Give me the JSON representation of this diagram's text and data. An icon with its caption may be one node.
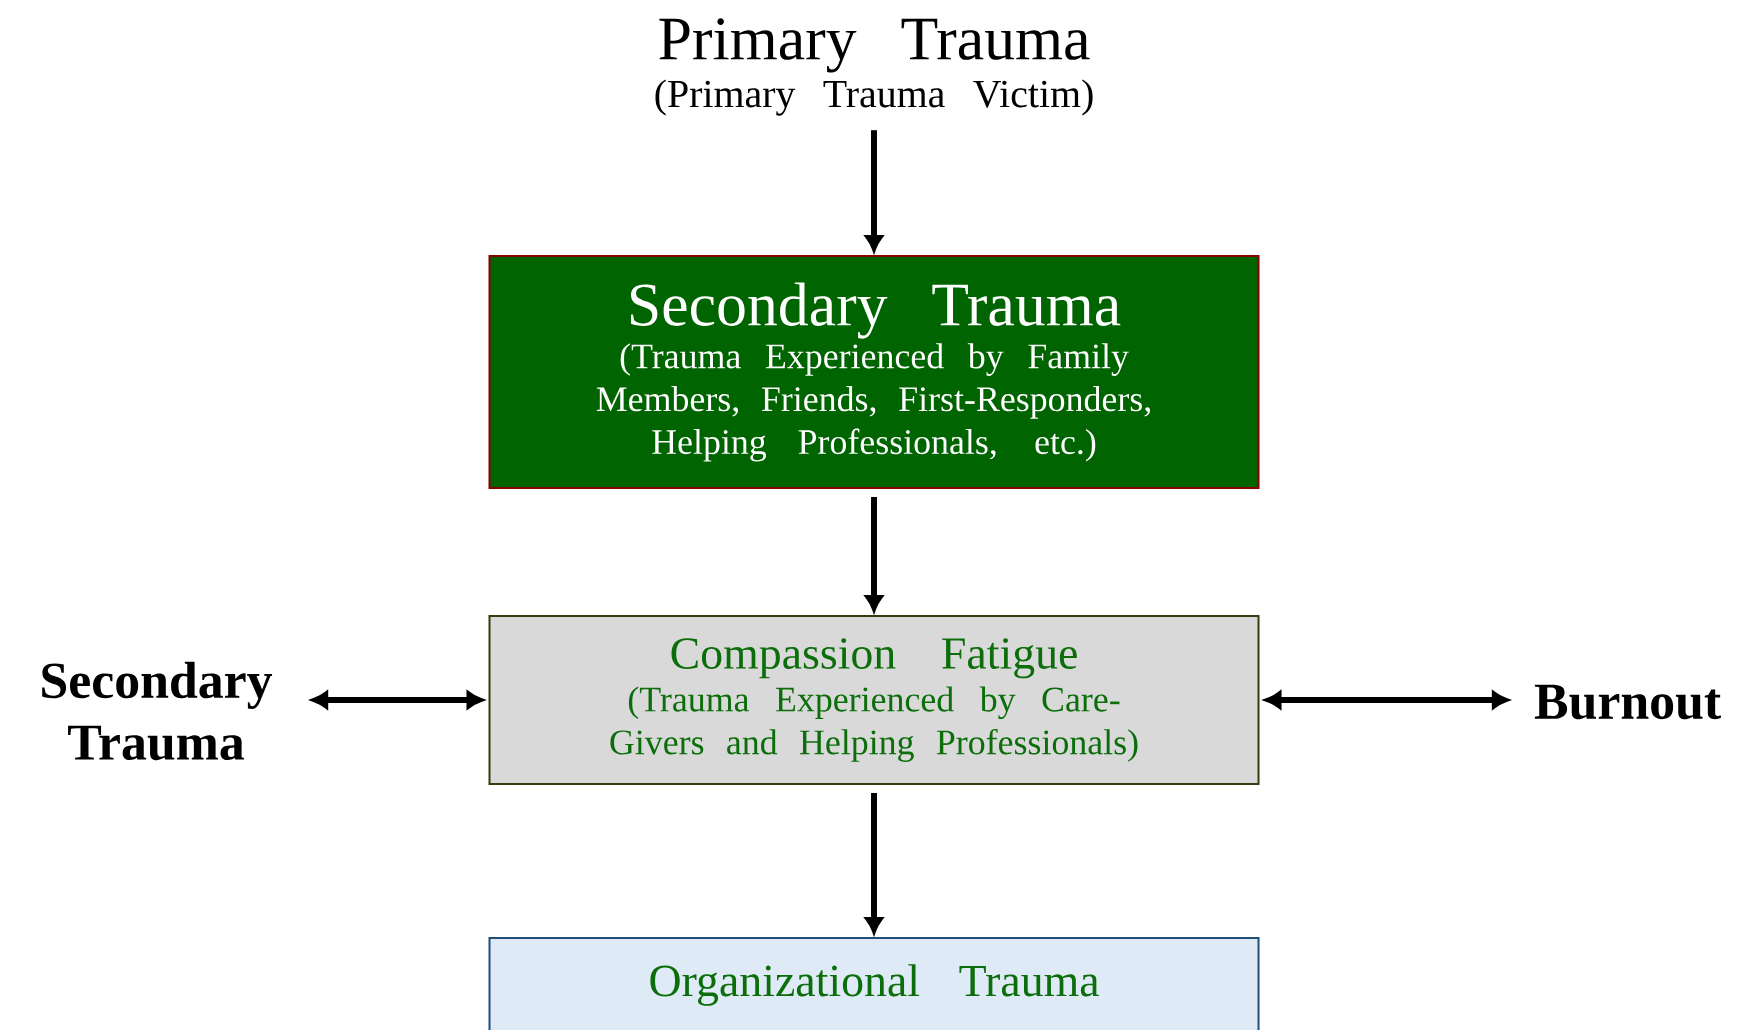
{
  "diagram": {
    "nodes": [
      {
        "text": [
          "Primary Trauma",
          "(Primary Trauma Victim)"
        ]
      },
      {
        "text": [
          "Secondary Trauma",
          "(Trauma Experienced by Family Members, Friends, First-Responders, Helping Professionals, etc.)"
        ]
      },
      {
        "text": [
          "Compassion Fatigue",
          "(Trauma Experienced by Care-Givers and Helping Professionals)"
        ]
      },
      {
        "text": [
          "Organizational Trauma"
        ]
      },
      {
        "text": [
          "Secondary Trauma"
        ]
      },
      {
        "text": [
          "Burnout"
        ]
      }
    ],
    "edges": [
      {
        "from": 0,
        "to": 1,
        "arrow": "to"
      },
      {
        "from": 1,
        "to": 2,
        "arrow": "to"
      },
      {
        "from": 4,
        "to": 2,
        "arrow": "both"
      },
      {
        "from": 2,
        "to": 5,
        "arrow": "both"
      },
      {
        "from": 2,
        "to": 3,
        "arrow": "to"
      }
    ]
  }
}
